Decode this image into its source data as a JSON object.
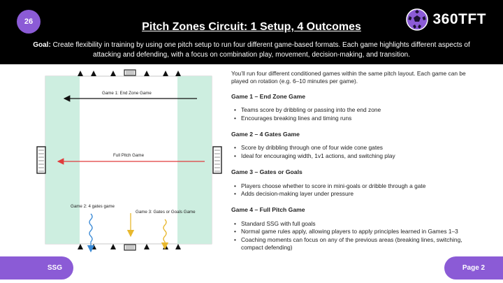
{
  "header": {
    "page_number": "26",
    "title": "Pitch Zones Circuit: 1 Setup, 4 Outcomes",
    "goal_label": "Goal:",
    "goal_text": " Create flexibility in training by using one pitch setup to run four different game-based formats. Each game highlights different aspects of attacking and defending, with a focus on combination play, movement, decision-making, and transition.",
    "brand": "360TFT"
  },
  "diagram": {
    "labels": {
      "game1": "Game 1:  End Zone Game",
      "full_pitch": "Full Pitch Game",
      "game2": "Game 2:  4 gates game",
      "game3": "Game 3:  Gates or Goals Game"
    },
    "colors": {
      "zone": "#cdeee0",
      "arrow_black": "#111111",
      "arrow_red": "#e03c3c",
      "arrow_blue": "#3a8ad6",
      "arrow_yellow": "#e8b82e"
    }
  },
  "content": {
    "intro": "You’ll run four different conditioned games within the same pitch layout. Each game can be played on rotation (e.g. 6–10 minutes per game).",
    "games": [
      {
        "heading": "Game 1 – End Zone Game",
        "bullets": [
          "Teams score by dribbling or passing into the end zone",
          "Encourages breaking lines and timing runs"
        ]
      },
      {
        "heading": "Game 2 – 4 Gates Game",
        "bullets": [
          "Score by dribbling through one of four wide cone gates",
          "Ideal for encouraging width, 1v1 actions, and switching play"
        ]
      },
      {
        "heading": "Game 3 – Gates or Goals",
        "bullets": [
          "Players choose whether to score in mini-goals or dribble through a gate",
          "Adds decision-making layer under pressure"
        ]
      },
      {
        "heading": "Game 4 – Full Pitch Game",
        "bullets": [
          "Standard SSG with full goals",
          "Normal game rules apply, allowing players to apply principles learned in Games 1–3",
          "Coaching moments can focus on any of the previous areas (breaking lines, switching, compact defending)"
        ]
      }
    ]
  },
  "footer": {
    "left": "SSG",
    "right": "Page 2"
  }
}
